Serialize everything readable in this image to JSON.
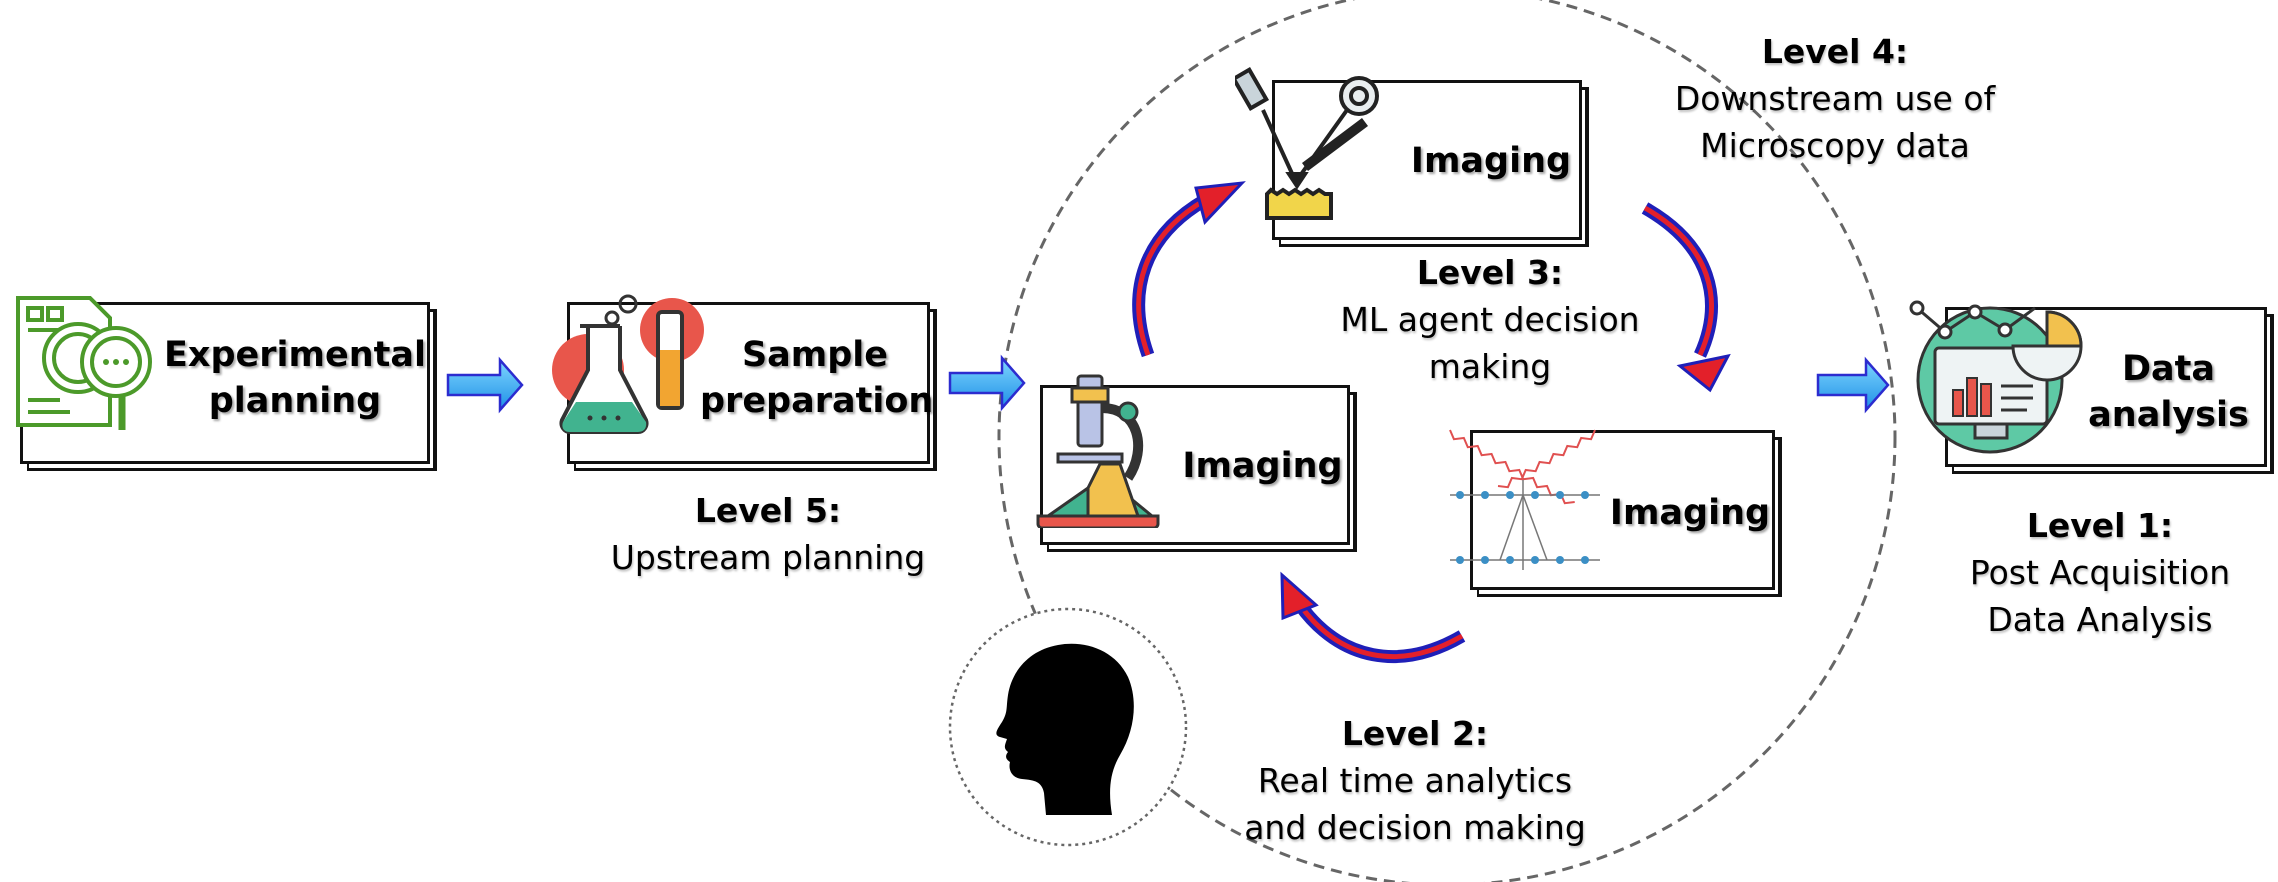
{
  "boxes": {
    "experimental_planning": {
      "line1": "Experimental",
      "line2": "planning"
    },
    "sample_preparation": {
      "line1": "Sample",
      "line2": "preparation"
    },
    "imaging_top": "Imaging",
    "imaging_left": "Imaging",
    "imaging_right": "Imaging",
    "data_analysis": {
      "line1": "Data",
      "line2": "analysis"
    }
  },
  "levels": {
    "level1": {
      "title": "Level 1:",
      "line1": "Post Acquisition",
      "line2": "Data Analysis"
    },
    "level2": {
      "title": "Level 2:",
      "line1": "Real time analytics",
      "line2": "and decision making"
    },
    "level3": {
      "title": "Level 3:",
      "line1": "ML agent decision",
      "line2": "making"
    },
    "level4": {
      "title": "Level 4:",
      "line1": "Downstream use of",
      "line2": "Microscopy data"
    },
    "level5": {
      "title": "Level 5:",
      "line1": "Upstream planning"
    }
  },
  "icons": [
    "planning-icon",
    "lab-flask-icon",
    "microscope-icon",
    "probe-microscope-icon",
    "diffraction-diagram-icon",
    "data-dashboard-icon",
    "human-head-icon"
  ],
  "colors": {
    "arrow_fill": "#3fb6f5",
    "arrow_stroke": "#2c2ccf",
    "cycle_arrow": "#1f1fb8",
    "cycle_arrow_head": "#e3202a",
    "planning_green": "#4c9a2a",
    "flask_red": "#e8564b",
    "flask_teal": "#41b38f"
  }
}
